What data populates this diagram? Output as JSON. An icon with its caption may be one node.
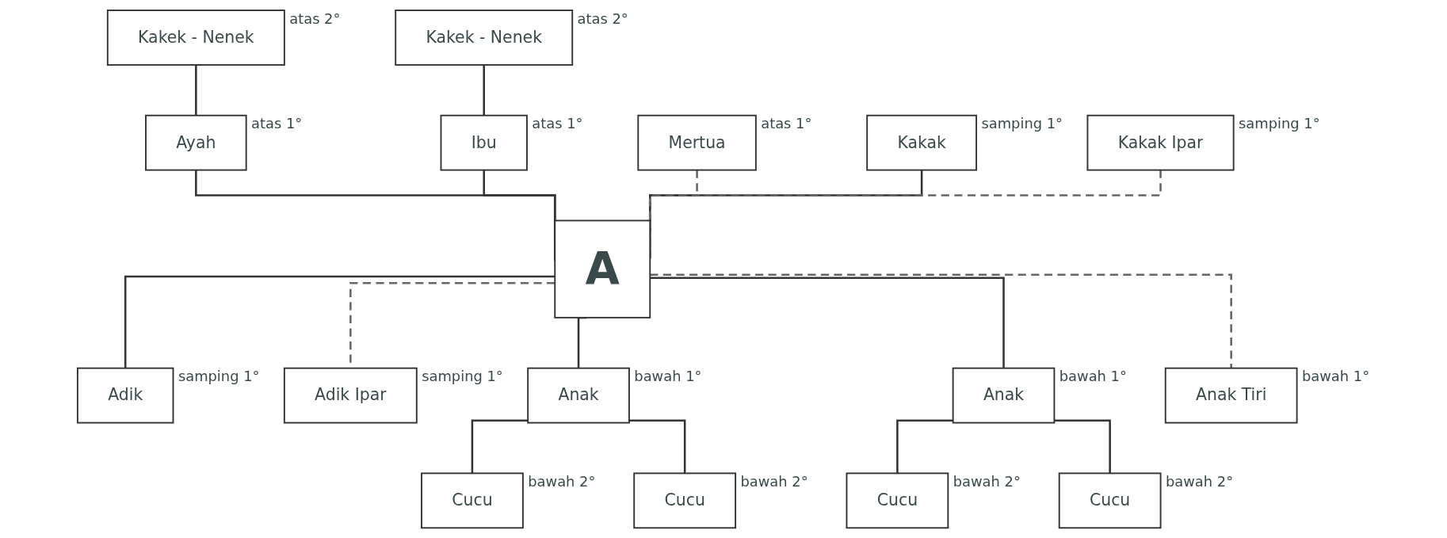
{
  "diagram": {
    "nodes": [
      {
        "text": [
          "Kakek - Nenek"
        ],
        "beside": [
          "atas 2°"
        ]
      },
      {
        "text": [
          "Kakek - Nenek"
        ],
        "beside": [
          "atas 2°"
        ]
      },
      {
        "text": [
          "Ayah"
        ],
        "beside": [
          "atas 1°"
        ]
      },
      {
        "text": [
          "Ibu"
        ],
        "beside": [
          "atas 1°"
        ]
      },
      {
        "text": [
          "Mertua"
        ],
        "beside": [
          "atas 1°"
        ]
      },
      {
        "text": [
          "Kakak"
        ],
        "beside": [
          "samping 1°"
        ]
      },
      {
        "text": [
          "A"
        ]
      },
      {
        "text": [
          "Adik"
        ],
        "beside": [
          "samping 1°"
        ]
      },
      {
        "text": [
          "Kakak Ipar"
        ],
        "beside": [
          "samping 1°"
        ]
      },
      {
        "text": [
          "Adik Ipar"
        ],
        "beside": [
          "samping 1°"
        ]
      },
      {
        "text": [
          "Anak"
        ],
        "beside": [
          "bawah 1°"
        ]
      },
      {
        "text": [
          "Anak"
        ],
        "beside": [
          "bawah 1°"
        ]
      },
      {
        "text": [
          "Anak Tiri"
        ],
        "beside": [
          "bawah 1°"
        ]
      },
      {
        "text": [
          "Cucu"
        ],
        "beside": [
          "bawah 2°"
        ]
      },
      {
        "text": [
          "Cucu"
        ],
        "beside": [
          "bawah 2°"
        ]
      },
      {
        "text": [
          "Cucu"
        ],
        "beside": [
          "bawah 2°"
        ]
      },
      {
        "text": [
          "Cucu"
        ],
        "beside": [
          "bawah 2°"
        ]
      }
    ],
    "edges": [
      {
        "from": 0,
        "to": 2,
        "arrow": "none"
      },
      {
        "from": 1,
        "to": 3,
        "arrow": "none"
      },
      {
        "from": 2,
        "to": 6,
        "arrow": "none"
      },
      {
        "from": 3,
        "to": 6,
        "arrow": "none"
      },
      {
        "from": 4,
        "to": 6,
        "arrow": "none",
        "style": "dashed"
      },
      {
        "from": 5,
        "to": 6,
        "arrow": "none"
      },
      {
        "from": 6,
        "to": 7,
        "arrow": "none"
      },
      {
        "from": 8,
        "to": 6,
        "arrow": "none",
        "style": "dashed"
      },
      {
        "from": 6,
        "to": 9,
        "arrow": "none",
        "style": "dashed"
      },
      {
        "from": 6,
        "to": 10,
        "arrow": "none"
      },
      {
        "from": 6,
        "to": 11,
        "arrow": "none"
      },
      {
        "from": 6,
        "to": 12,
        "arrow": "none",
        "style": "dashed"
      },
      {
        "from": 10,
        "to": 13,
        "arrow": "none"
      },
      {
        "from": 10,
        "to": 14,
        "arrow": "none"
      },
      {
        "from": 11,
        "to": 15,
        "arrow": "none"
      },
      {
        "from": 11,
        "to": 16,
        "arrow": "none"
      }
    ]
  }
}
